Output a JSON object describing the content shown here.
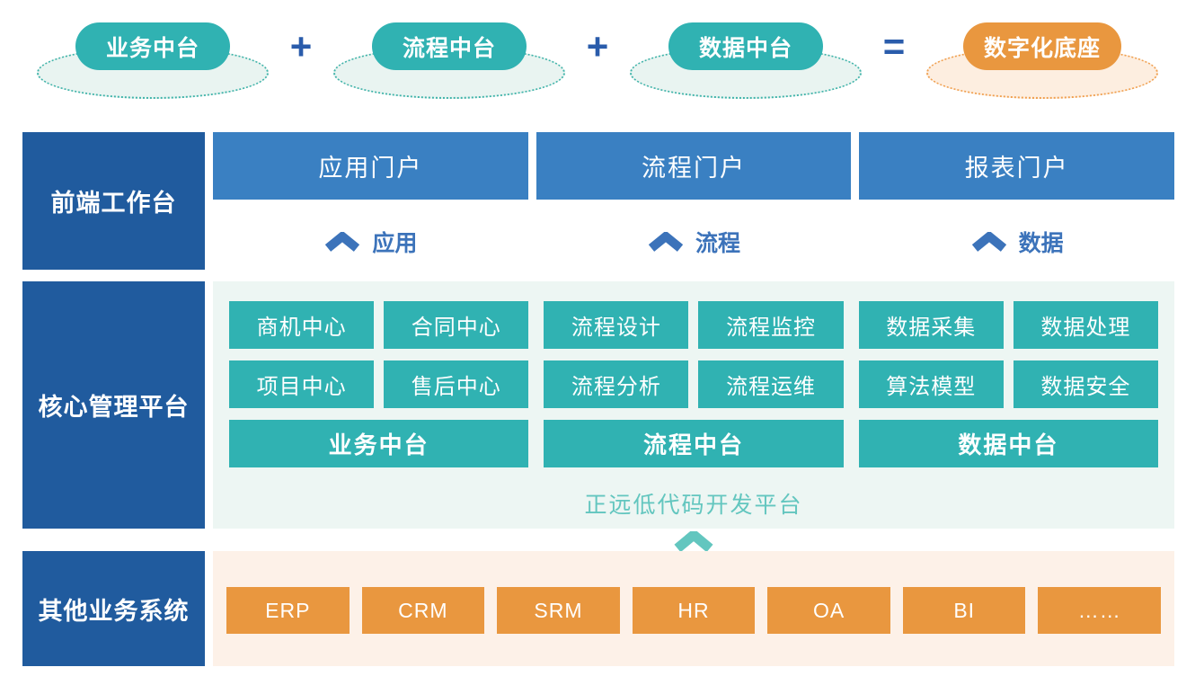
{
  "formula": {
    "badges": [
      {
        "label": "业务中台",
        "variant": "teal"
      },
      {
        "label": "流程中台",
        "variant": "teal"
      },
      {
        "label": "数据中台",
        "variant": "teal"
      },
      {
        "label": "数字化底座",
        "variant": "orange"
      }
    ],
    "operators": [
      "+",
      "+",
      "="
    ]
  },
  "bands": {
    "frontend": {
      "label": "前端工作台",
      "portals": [
        "应用门户",
        "流程门户",
        "报表门户"
      ],
      "flows": [
        "应用",
        "流程",
        "数据"
      ]
    },
    "core": {
      "label": "核心管理平台",
      "columns": [
        {
          "cells": [
            "商机中心",
            "合同中心",
            "项目中心",
            "售后中心"
          ],
          "footer": "业务中台"
        },
        {
          "cells": [
            "流程设计",
            "流程监控",
            "流程分析",
            "流程运维"
          ],
          "footer": "流程中台"
        },
        {
          "cells": [
            "数据采集",
            "数据处理",
            "算法模型",
            "数据安全"
          ],
          "footer": "数据中台"
        }
      ],
      "platform_label": "正远低代码开发平台"
    },
    "other": {
      "label": "其他业务系统",
      "systems": [
        "ERP",
        "CRM",
        "SRM",
        "HR",
        "OA",
        "BI",
        "……"
      ]
    }
  },
  "colors": {
    "dark_blue": "#205b9e",
    "portal_blue": "#3a80c2",
    "flow_blue": "#3c73ba",
    "operator_blue": "#2a5cab",
    "teal": "#30b2b2",
    "teal_light": "#63c6bf",
    "mint_bg": "#edf6f3",
    "cream_bg": "#fdf1e8",
    "orange": "#e9973f",
    "ellipse_teal_fill": "#e9f4f1",
    "ellipse_teal_border": "#3fb3a9",
    "ellipse_orange_fill": "#fdeee0",
    "ellipse_orange_border": "#f0a050"
  }
}
